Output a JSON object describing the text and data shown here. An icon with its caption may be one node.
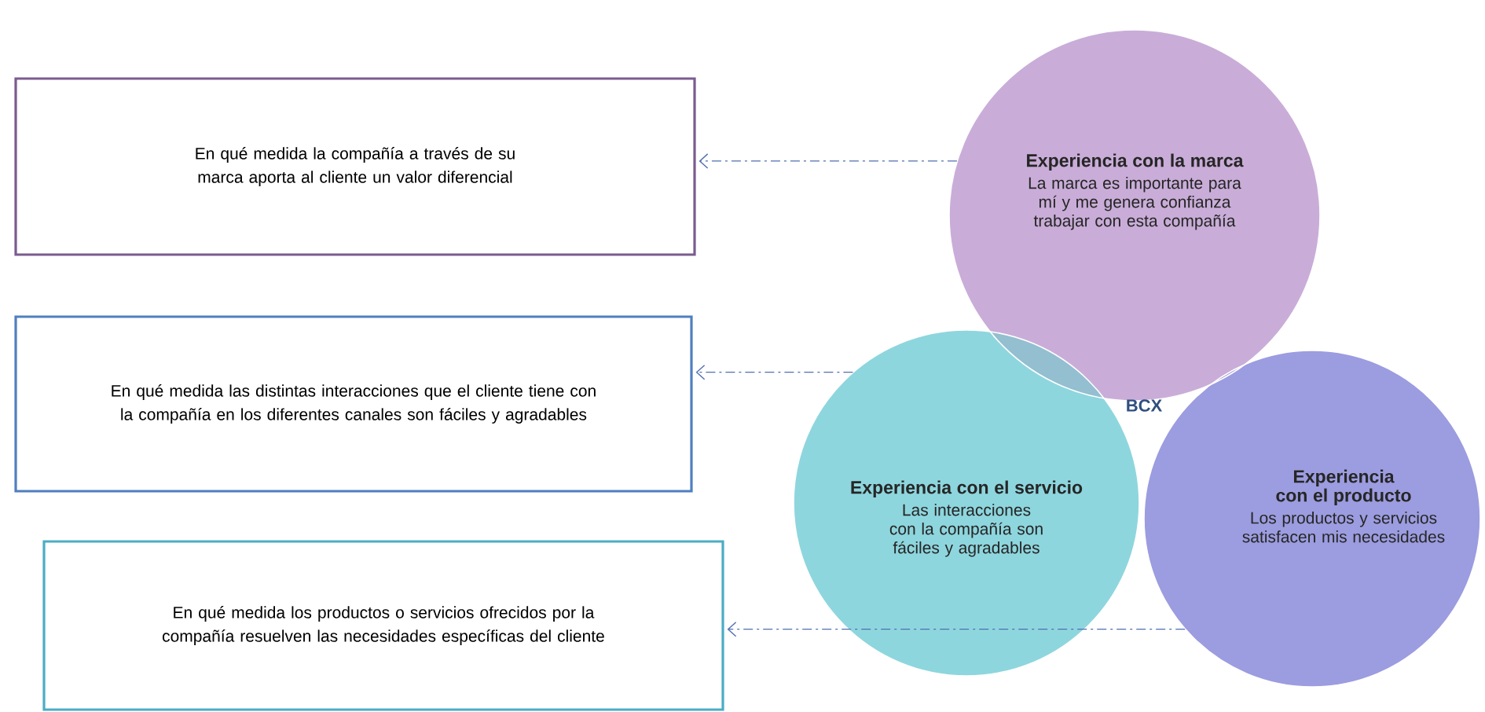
{
  "diagram": {
    "nodes": [
      {
        "text": [
          "En qué medida la compañía a través de su marca aporta al cliente un valor diferencial"
        ]
      },
      {
        "text": [
          "En qué medida las distintas interacciones que el cliente tiene con la compañía en los diferentes canales son fáciles y agradables"
        ]
      },
      {
        "text": [
          "En qué medida los productos o servicios ofrecidos por la compañía resuelven las necesidades específicas del cliente"
        ]
      },
      {
        "text": [
          "Experiencia con la marca",
          "La marca es importante para mí y me genera confianza trabajar con esta compañía"
        ]
      },
      {
        "text": [
          "Experiencia con el servicio",
          "Las interacciones con la compañía son fáciles y agradables"
        ]
      },
      {
        "text": [
          "Experiencia con el producto",
          "Los productos y servicios satisfacen mis necesidades"
        ]
      }
    ],
    "edges": [
      {
        "from": 3,
        "to": 0,
        "arrow": "to",
        "style": "dashed"
      },
      {
        "from": 4,
        "to": 1,
        "arrow": "to",
        "style": "dashed"
      },
      {
        "from": 5,
        "to": 2,
        "arrow": "to",
        "style": "dashed"
      }
    ],
    "labels": [
      "BCX"
    ]
  }
}
